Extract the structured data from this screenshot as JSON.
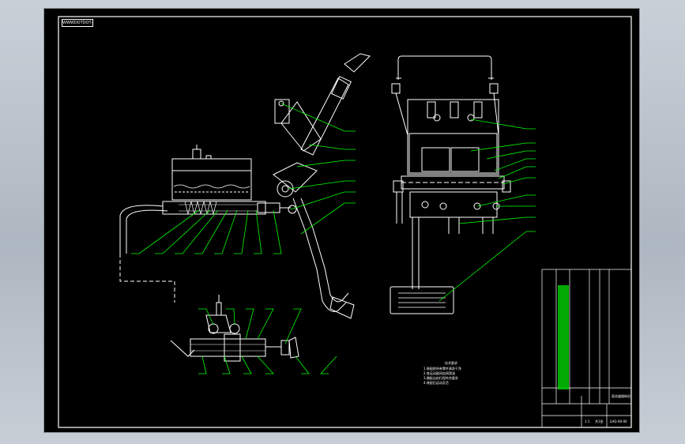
{
  "drawing": {
    "frame_label": "WWWDOTDOT-ENDOT",
    "technical_requirements": {
      "title": "技术要求",
      "lines": [
        "1.装配前所有零件清洗干净",
        "2.各运动副间加润滑油",
        "3.踏板自由行程符合要求",
        "4.装配后运动灵活"
      ]
    },
    "title_block": {
      "drawing_title": "离合器操纵机构总成",
      "drawing_number": "LHQ-00-00",
      "scale": "1:1",
      "sheet": "共1张"
    }
  },
  "colors": {
    "background": "#000000",
    "linework": "#ffffff",
    "leaders": "#00ff00",
    "highlight": "#00c800",
    "frame": "#ffffff"
  }
}
